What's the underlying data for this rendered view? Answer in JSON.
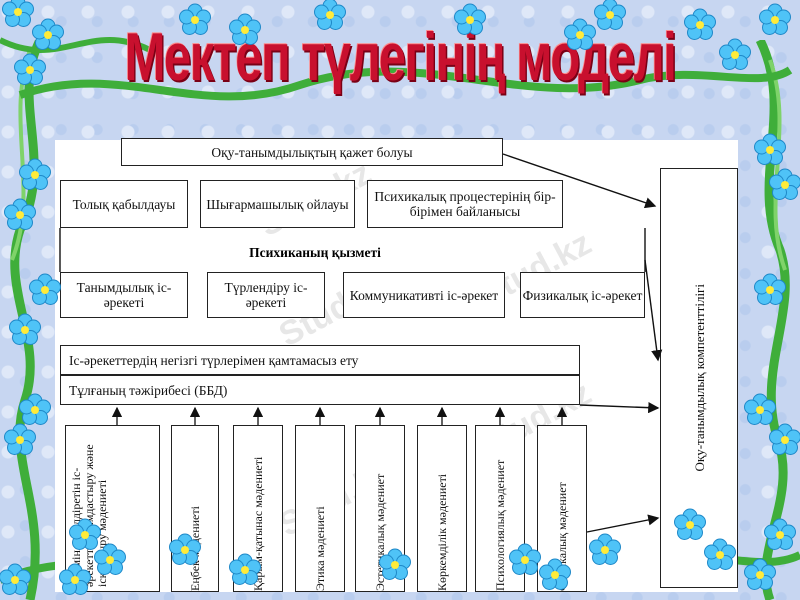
{
  "title": "Мектеп түлегінің моделі",
  "watermark": "Stud.kz",
  "top_box": "Оқу-танымдылықтың қажет болуы",
  "row1": [
    "Толық қабылдауы",
    "Шығармашылық ойлауы",
    "Психикалық процестерінің бір-бірімен байланысы"
  ],
  "psych_function": "Психиканың қызметі",
  "row2": [
    "Танымдылық іс-әрекеті",
    "Түрлендіру іс-әрекеті",
    "Коммуникативті іс-әрекет",
    "Физикалық іс-әрекет"
  ],
  "support": "Іс-әрекеттердің негізгі түрлерімен қамтамасыз ету",
  "experience": "Тұлғаның тәжірибесі (ББД)",
  "competence": "Оқу-танымдылық компетенттілігі",
  "culture_columns": [
    "Білімін жетілдіретін іс-әрекетті ұйымдастыру және іске асыру мәдениеті",
    "Еңбек мәдениеті",
    "Қарым-қатынас мәдениеті",
    "Этика мәдениеті",
    "Эстетикалық мәдениет",
    "Көркемділік мәдениеті",
    "Психологиялық мәдениет",
    "Физикалық мәдениет"
  ],
  "colors": {
    "title": "#c8102e",
    "frame_green": "#3fae3a",
    "flower_blue": "#4fc3f7",
    "background": "#c7d6f1"
  }
}
